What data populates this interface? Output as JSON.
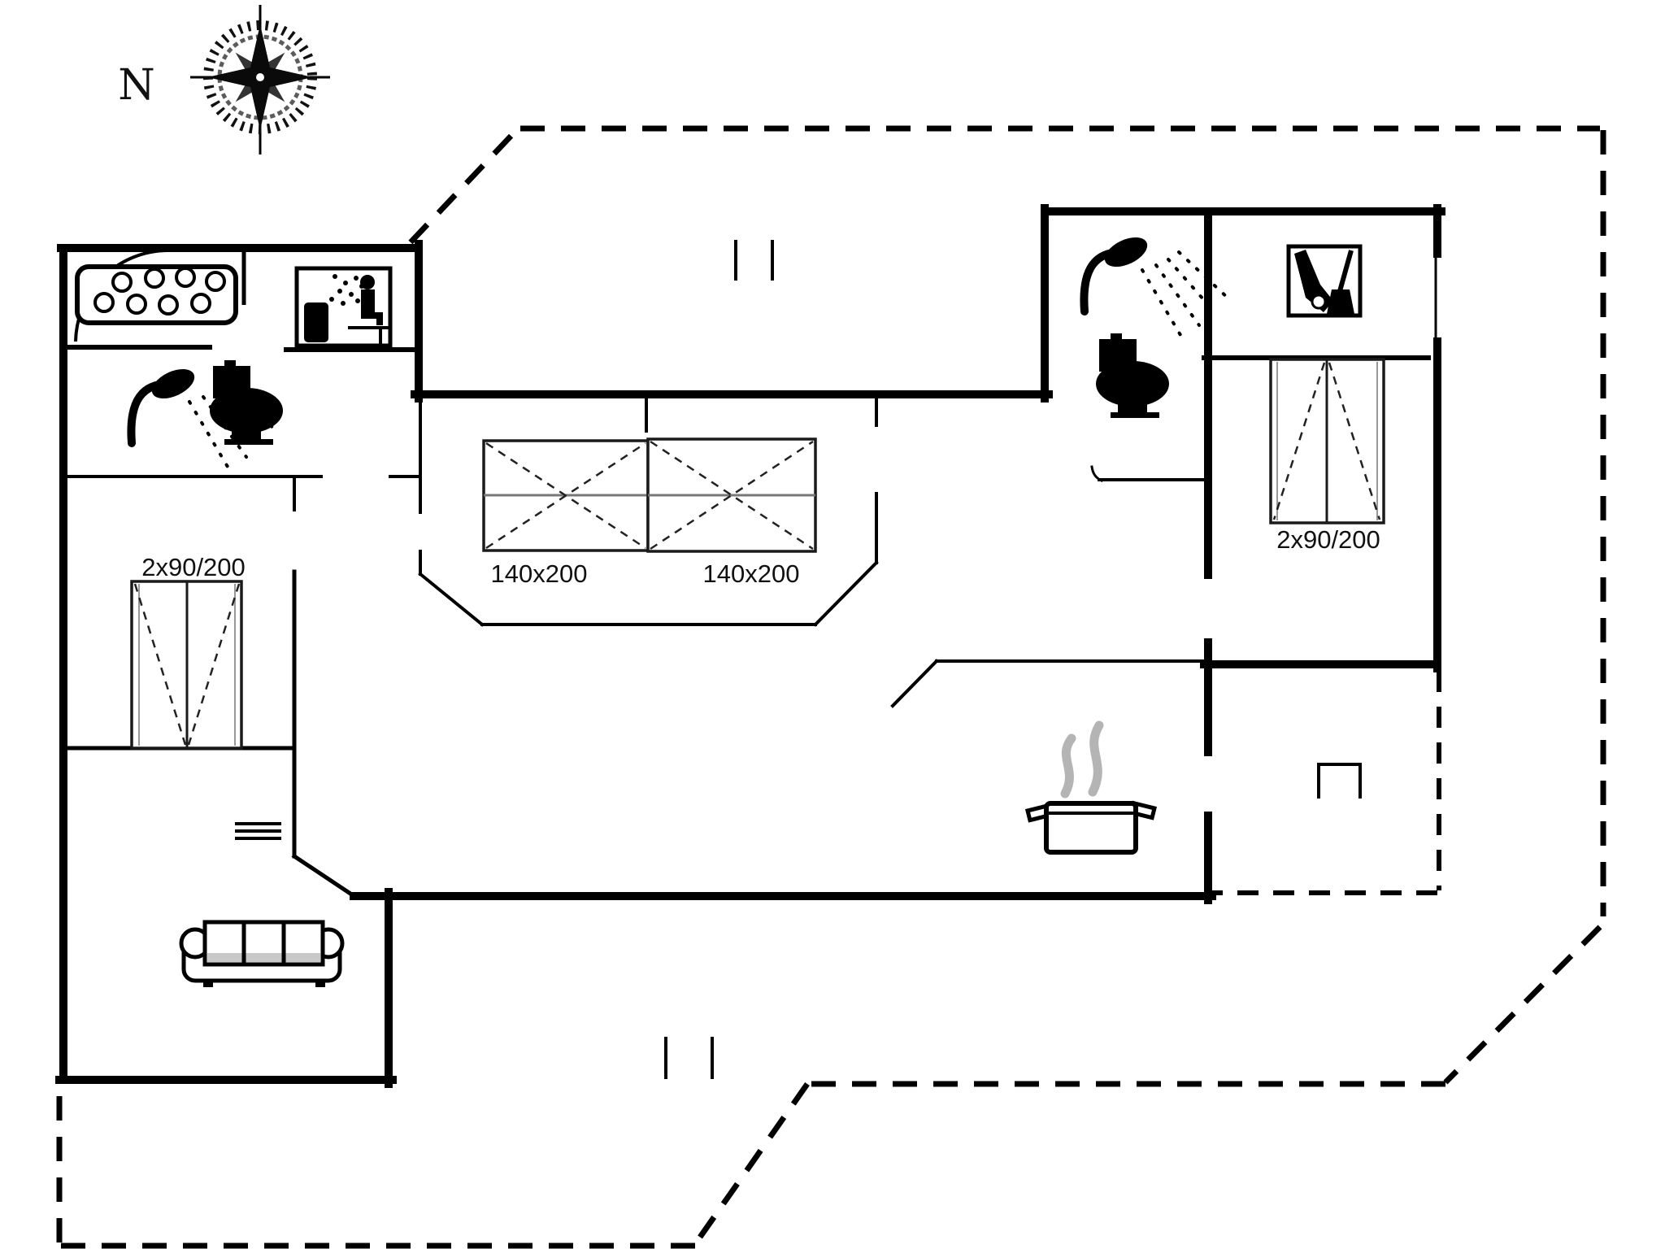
{
  "title": "holiday-house-floor-plan",
  "compass": {
    "north_label": "N"
  },
  "labels": {
    "bed_double_left": "140x200",
    "bed_double_right": "140x200",
    "bed_twin_left": "2x90/200",
    "bed_twin_right": "2x90/200"
  },
  "icons": [
    "compass-rose",
    "whirlpool-tub",
    "sauna",
    "door-swing",
    "shower",
    "toilet",
    "double-bed",
    "twin-bed",
    "cleaning-closet",
    "cooking-pot",
    "steam",
    "fireplace",
    "sofa",
    "steps-marker",
    "terrace-outline"
  ],
  "colors": {
    "line": "#000000",
    "mid_gray": "#808080",
    "steam_gray": "#b4b4b4",
    "background": "#ffffff"
  }
}
